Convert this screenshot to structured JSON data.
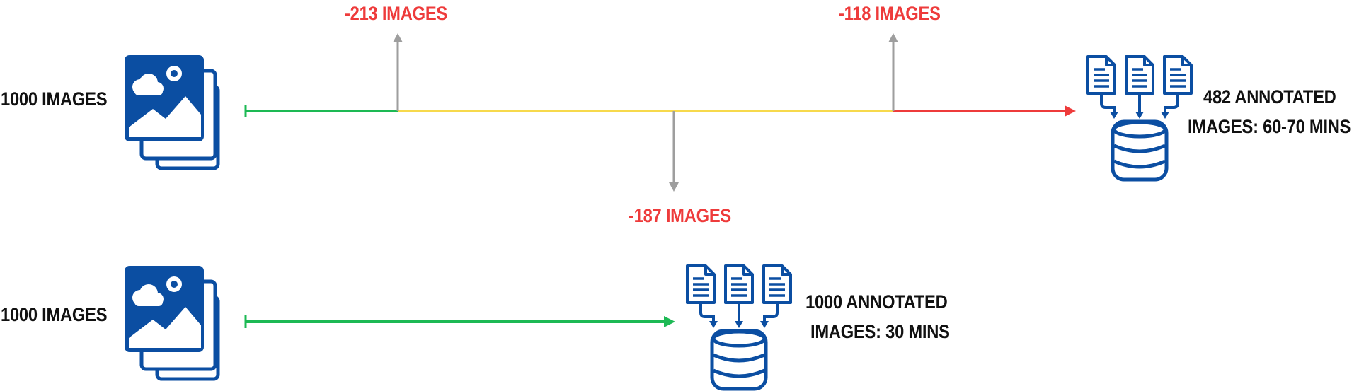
{
  "colors": {
    "green": "#1db954",
    "yellow": "#f7d94c",
    "red": "#ee3b3b",
    "gray": "#9e9e9e",
    "icon_blue": "#0b4ea2",
    "text": "#111111"
  },
  "icons": [
    "image-stack-icon",
    "document-icon",
    "database-icon"
  ],
  "rows": [
    {
      "source_label": "1000 IMAGES",
      "losses": [
        {
          "label": "-213 IMAGES",
          "direction": "up"
        },
        {
          "label": "-187 IMAGES",
          "direction": "down"
        },
        {
          "label": "-118 IMAGES",
          "direction": "up"
        }
      ],
      "segments": [
        "green",
        "yellow",
        "red"
      ],
      "result_line1": "482 ANNOTATED",
      "result_line2": "IMAGES: 60-70 MINS"
    },
    {
      "source_label": "1000 IMAGES",
      "losses": [],
      "segments": [
        "green"
      ],
      "result_line1": "1000 ANNOTATED",
      "result_line2": "IMAGES: 30 MINS"
    }
  ]
}
